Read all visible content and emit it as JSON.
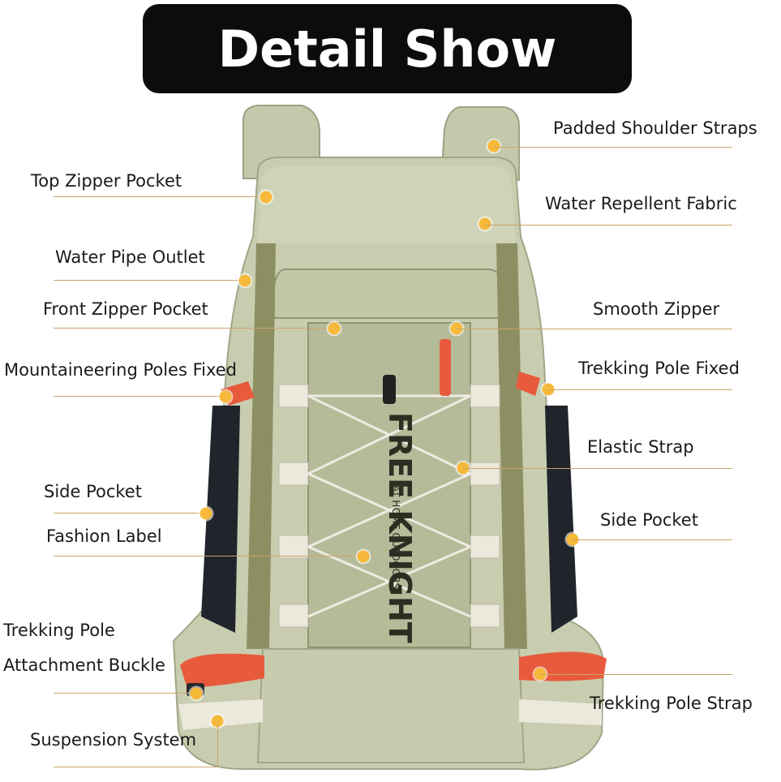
{
  "banner": {
    "title": "Detail Show"
  },
  "colors": {
    "banner": "#0c0c0c",
    "backpack": "#c8cdb0",
    "accent_strap": "#e85a3c",
    "callout_dot": "#f7b93a"
  },
  "product": {
    "brand_mark": "FREE KNIGHT",
    "brand_tagline": "AT HOME OUTDOORS"
  },
  "callouts": {
    "left": [
      "Top Zipper Pocket",
      "Water Pipe Outlet",
      "Front Zipper Pocket",
      "Mountaineering Poles Fixed",
      "Side Pocket",
      "Fashion Label",
      "Trekking Pole",
      "Attachment Buckle",
      "Suspension System"
    ],
    "right": [
      "Padded Shoulder Straps",
      "Water Repellent Fabric",
      "Smooth Zipper",
      "Trekking Pole Fixed",
      "Elastic Strap",
      "Side Pocket",
      "Trekking Pole Strap"
    ]
  }
}
